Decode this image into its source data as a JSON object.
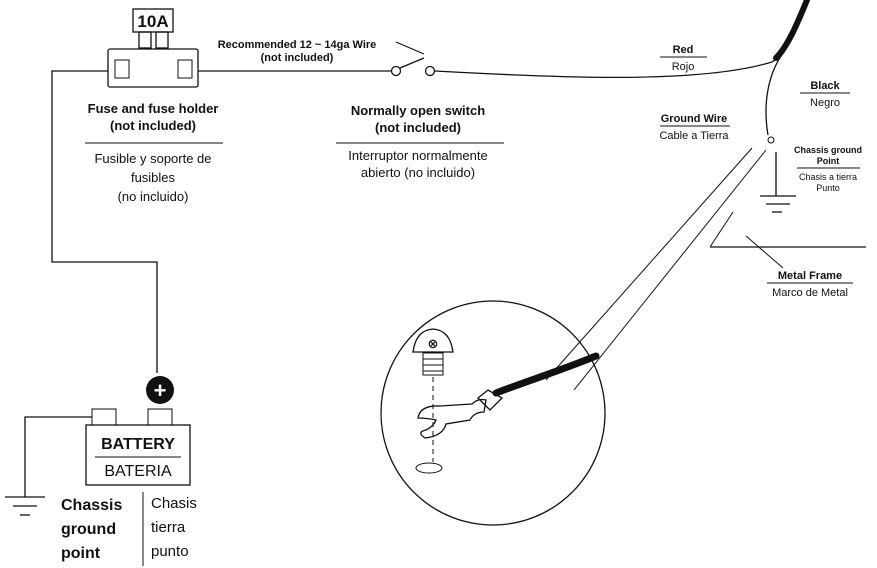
{
  "fuse": {
    "rating": "10A",
    "label_en_1": "Fuse and fuse holder",
    "label_en_2": "(not included)",
    "label_es_1": "Fusible y soporte de",
    "label_es_2": "fusibles",
    "label_es_3": "(no incluido)"
  },
  "wire_note": {
    "line1": "Recommended 12 ~ 14ga Wire",
    "line2": "(not included)"
  },
  "switch": {
    "label_en_1": "Normally open switch",
    "label_en_2": "(not included)",
    "label_es_1": "Interruptor normalmente",
    "label_es_2": "abierto (no incluido)"
  },
  "red_wire": {
    "en": "Red",
    "es": "Rojo"
  },
  "black_wire": {
    "en": "Black",
    "es": "Negro"
  },
  "ground_wire": {
    "en": "Ground Wire",
    "es": "Cable a Tierra"
  },
  "chassis_ground_right": {
    "en_1": "Chassis ground",
    "en_2": "Point",
    "es_1": "Chasis a tierra",
    "es_2": "Punto"
  },
  "metal_frame": {
    "en": "Metal Frame",
    "es": "Marco de Metal"
  },
  "battery": {
    "en": "BATTERY",
    "es": "BATERIA",
    "positive_symbol": "+"
  },
  "chassis_ground_left": {
    "en_1": "Chassis",
    "en_2": "ground",
    "en_3": "point",
    "es_1": "Chasis",
    "es_2": "tierra",
    "es_3": "punto"
  }
}
